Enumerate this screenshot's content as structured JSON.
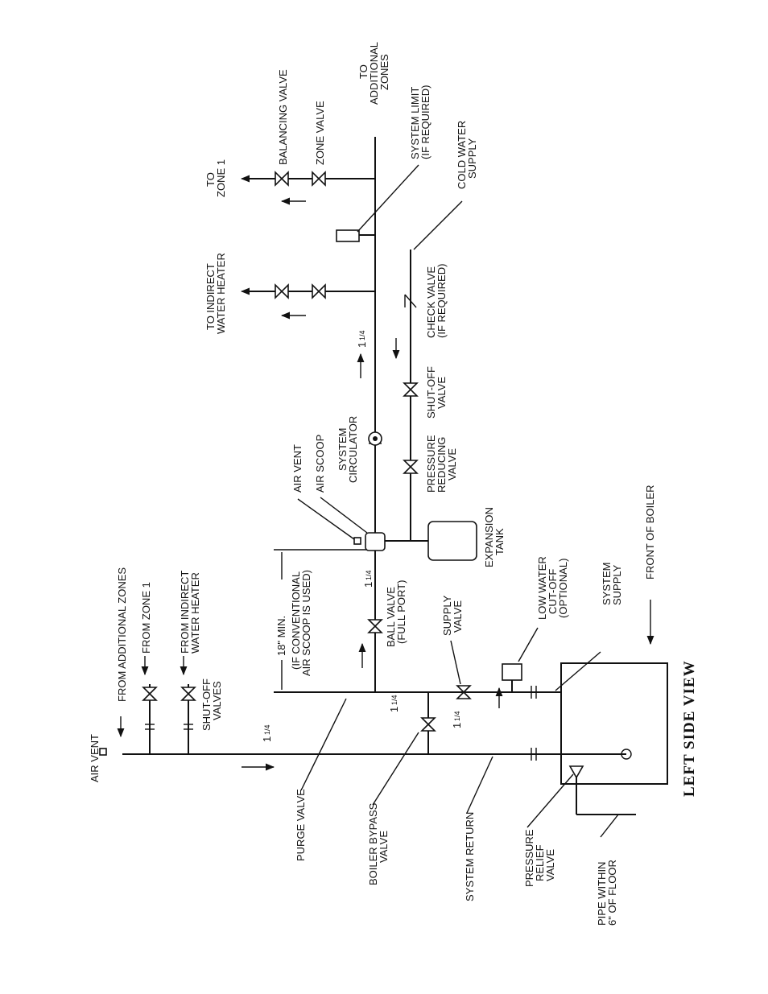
{
  "title": "LEFT SIDE VIEW",
  "labels": {
    "air_vent_top": "AIR VENT",
    "from_additional_zones": "FROM ADDITIONAL ZONES",
    "from_zone_1": "FROM ZONE 1",
    "from_indirect_1": "FROM INDIRECT",
    "from_indirect_2": "WATER HEATER",
    "shutoff_valves_1": "SHUT-OFF",
    "shutoff_valves_2": "VALVES",
    "purge_valve": "PURGE VALVE",
    "boiler_bypass_1": "BOILER BYPASS",
    "boiler_bypass_2": "VALVE",
    "system_return": "SYSTEM RETURN",
    "pressure_relief_1": "PRESSURE",
    "pressure_relief_2": "RELIEF",
    "pressure_relief_3": "VALVE",
    "pipe_within_1": "PIPE WITHIN",
    "pipe_within_2": "6\" OF FLOOR",
    "min_18_1": "18\" MIN.",
    "min_18_2": "(IF CONVENTIONAL",
    "min_18_3": "AIR SCOOP IS USED)",
    "ball_valve_1": "BALL VALVE",
    "ball_valve_2": "(FULL PORT)",
    "supply_valve_1": "SUPPLY",
    "supply_valve_2": "VALVE",
    "low_water_1": "LOW WATER",
    "low_water_2": "CUT-OFF",
    "low_water_3": "(OPTIONAL)",
    "system_supply_1": "SYSTEM",
    "system_supply_2": "SUPPLY",
    "front_of_boiler": "FRONT OF BOILER",
    "expansion_tank_1": "EXPANSION",
    "expansion_tank_2": "TANK",
    "air_vent_scoop": "AIR VENT",
    "air_scoop": "AIR SCOOP",
    "system_circulator_1": "SYSTEM",
    "system_circulator_2": "CIRCULATOR",
    "pressure_reducing_1": "PRESSURE",
    "pressure_reducing_2": "REDUCING",
    "pressure_reducing_3": "VALVE",
    "shutoff_valve_1": "SHUT-OFF",
    "shutoff_valve_2": "VALVE",
    "check_valve_1": "CHECK VALVE",
    "check_valve_2": "(IF REQUIRED)",
    "to_indirect_1": "TO INDIRECT",
    "to_indirect_2": "WATER HEATER",
    "to_zone_1_a": "TO",
    "to_zone_1_b": "ZONE 1",
    "balancing_valve": "BALANCING VALVE",
    "zone_valve": "ZONE VALVE",
    "system_limit_1": "SYSTEM LIMIT",
    "system_limit_2": "(IF REQUIRED)",
    "cold_water_1": "COLD WATER",
    "cold_water_2": "SUPPLY",
    "to_additional_1": "TO",
    "to_additional_2": "ADDITIONAL",
    "to_additional_3": "ZONES",
    "size_1": "1",
    "size_frac": "1/4"
  }
}
